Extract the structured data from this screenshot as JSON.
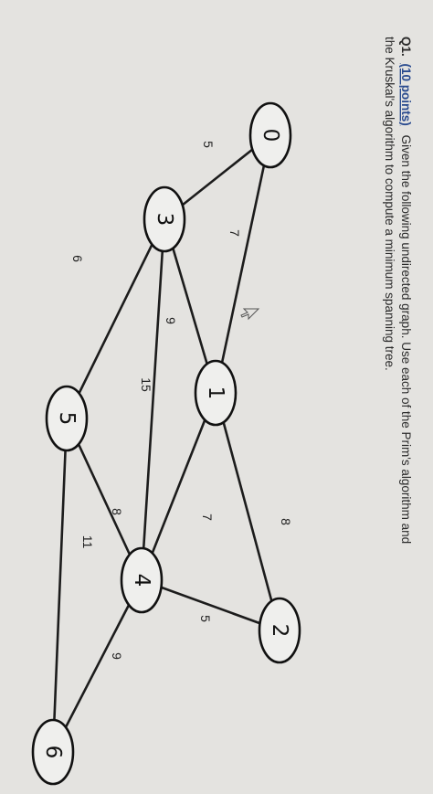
{
  "question": {
    "number": "Q1.",
    "points": "(10 points)",
    "line1": "Given the following undirected graph. Use each of the Prim's algorithm and",
    "line2": "the Kruskal's algorithm to compute a minimum spanning tree."
  },
  "graph": {
    "nodes": [
      {
        "id": "0",
        "label": "0"
      },
      {
        "id": "1",
        "label": "1"
      },
      {
        "id": "2",
        "label": "2"
      },
      {
        "id": "3",
        "label": "3"
      },
      {
        "id": "4",
        "label": "4"
      },
      {
        "id": "5",
        "label": "5"
      },
      {
        "id": "6",
        "label": "6"
      }
    ],
    "edges": [
      {
        "from": "0",
        "to": "3",
        "weight": "5"
      },
      {
        "from": "0",
        "to": "1",
        "weight": "7"
      },
      {
        "from": "3",
        "to": "1",
        "weight": "9"
      },
      {
        "from": "3",
        "to": "4",
        "weight": "15"
      },
      {
        "from": "3",
        "to": "5",
        "weight": "6"
      },
      {
        "from": "1",
        "to": "2",
        "weight": "8"
      },
      {
        "from": "1",
        "to": "4",
        "weight": "7"
      },
      {
        "from": "5",
        "to": "4",
        "weight": "8"
      },
      {
        "from": "5",
        "to": "6",
        "weight": "11"
      },
      {
        "from": "4",
        "to": "2",
        "weight": "5"
      },
      {
        "from": "4",
        "to": "6",
        "weight": "9"
      }
    ]
  }
}
